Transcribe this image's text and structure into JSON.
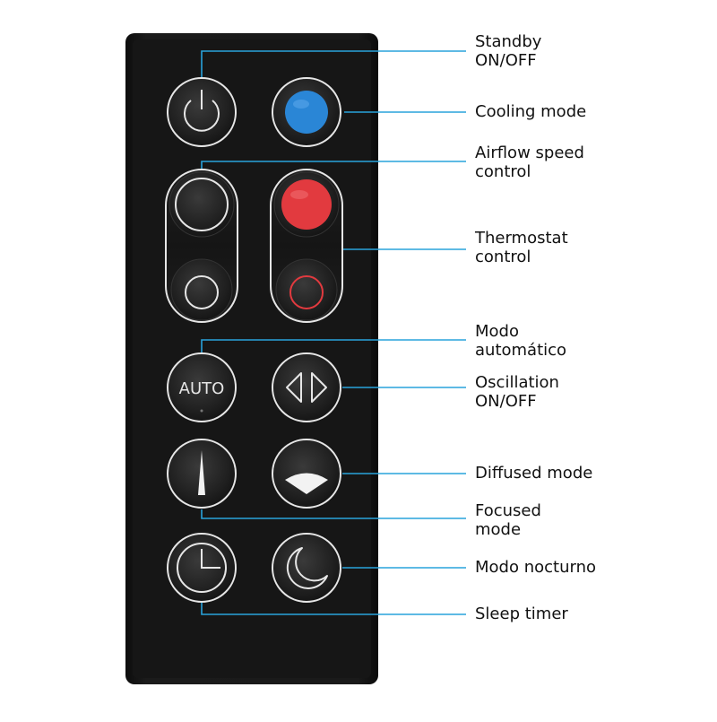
{
  "remote": {
    "body_color": "#141414",
    "outline_color": "#e6e6e6",
    "callout_line_color": "#29a3dc",
    "cooling_button_color": "#2a86d6",
    "heat_button_color": "#e23a3f",
    "auto_button_text": "AUTO"
  },
  "labels": {
    "standby": [
      "Standby",
      "ON/OFF"
    ],
    "cooling": [
      "Cooling mode"
    ],
    "airflow": [
      "Airflow speed",
      "control"
    ],
    "thermostat": [
      "Thermostat",
      "control"
    ],
    "auto_mode": [
      "Modo",
      "automático"
    ],
    "oscillation": [
      "Oscillation",
      "ON/OFF"
    ],
    "diffused": [
      "Diffused mode"
    ],
    "focused": [
      "Focused",
      "mode"
    ],
    "night": [
      "Modo nocturno"
    ],
    "sleep": [
      "Sleep timer"
    ]
  },
  "icons": {
    "power": "power-icon",
    "cooling": "cooling-dot-icon",
    "speed_up": "speed-up-icon",
    "speed_down": "speed-down-icon",
    "temp_up": "temp-up-icon",
    "temp_down": "temp-down-icon",
    "auto": "auto-text-icon",
    "oscillation": "oscillation-arrows-icon",
    "focused": "focused-beam-icon",
    "diffused": "diffused-fan-icon",
    "timer": "clock-icon",
    "night": "moon-icon"
  }
}
